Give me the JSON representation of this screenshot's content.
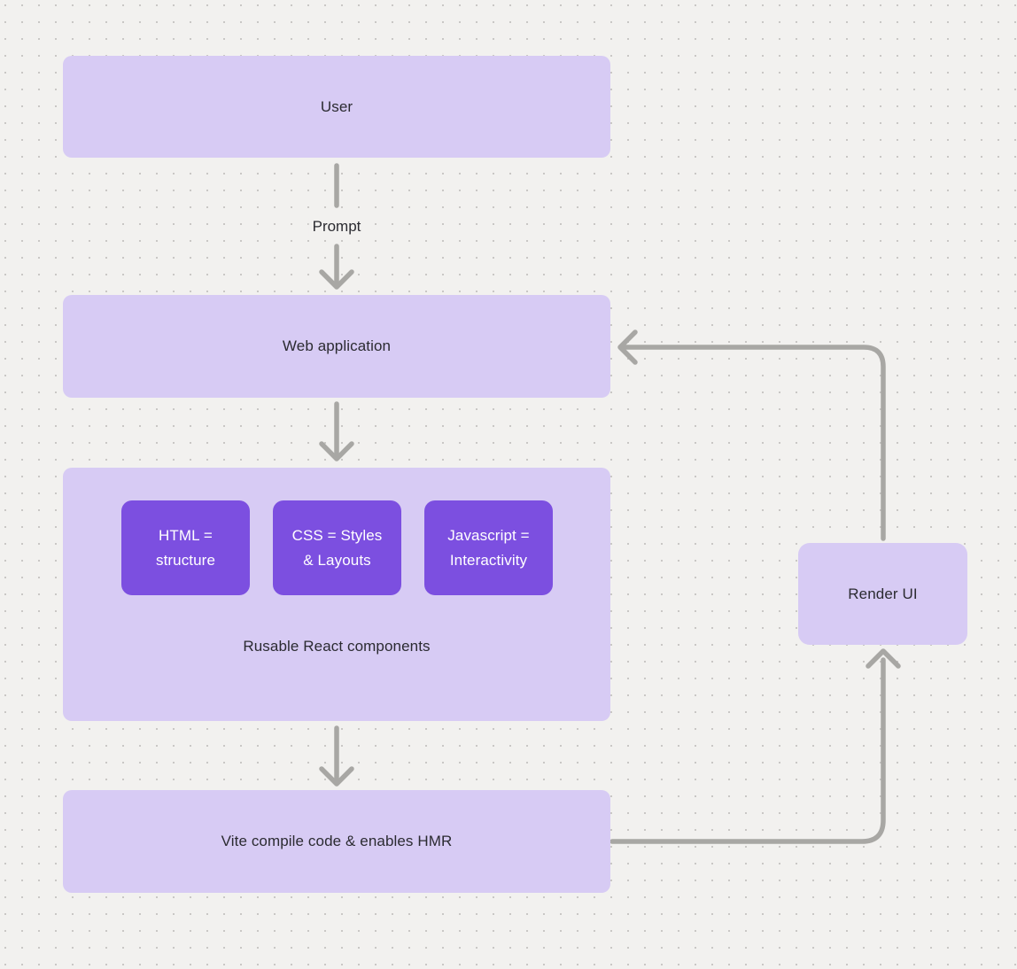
{
  "diagram": {
    "nodes": {
      "user": {
        "label": "User"
      },
      "web_application": {
        "label": "Web application"
      },
      "components_group": {
        "caption": "Rusable React components",
        "chips": [
          {
            "line1": "HTML =",
            "line2": "structure"
          },
          {
            "line1": "CSS = Styles",
            "line2": "& Layouts"
          },
          {
            "line1": "Javascript =",
            "line2": "Interactivity"
          }
        ]
      },
      "vite": {
        "label": "Vite compile code & enables HMR"
      },
      "render_ui": {
        "label": "Render UI"
      }
    },
    "edges": {
      "user_to_webapp_label": "Prompt"
    },
    "colors": {
      "canvas_background": "#f2f1ef",
      "dot_grid": "#c9c7c5",
      "node_fill_light": "#d7cbf4",
      "node_fill_accent": "#7c4fe0",
      "connector": "#a8a7a4",
      "text_dark": "#2b2b31",
      "text_on_accent": "#ffffff"
    }
  }
}
